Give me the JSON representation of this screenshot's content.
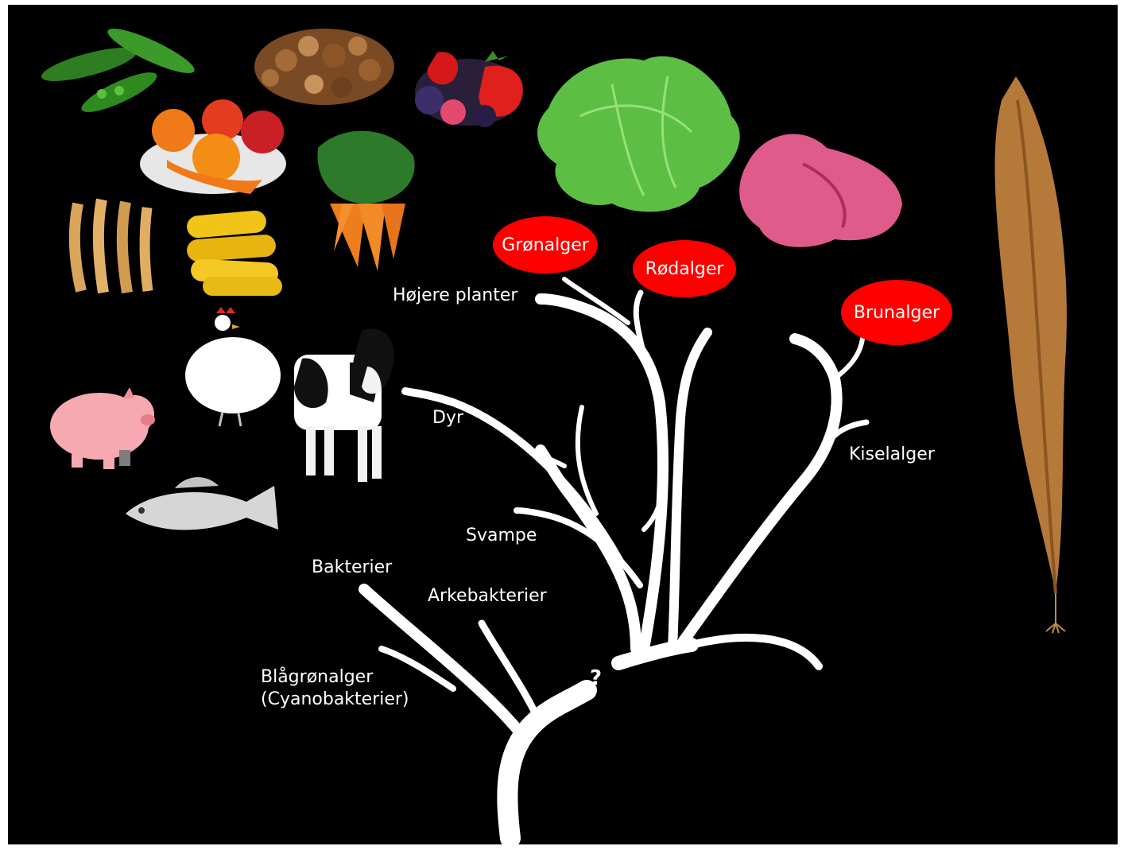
{
  "labels": {
    "hojere_planter": "Højere planter",
    "dyr": "Dyr",
    "svampe": "Svampe",
    "bakterier": "Bakterier",
    "arkebakterier": "Arkebakterier",
    "blagronalger_line1": "Blågrønalger",
    "blagronalger_line2": "(Cyanobakterier)",
    "kiselalger": "Kiselalger",
    "unknown_root": "?"
  },
  "ovals": {
    "gronalger": "Grønalger",
    "rodalger": "Rødalger",
    "brunalger": "Brunalger"
  },
  "colors": {
    "background": "#000000",
    "tree": "#ffffff",
    "oval": "#ff0000",
    "text": "#ffffff"
  },
  "pictures": {
    "beans": "bean-pods",
    "nuts": "mixed-nuts",
    "berries": "berries",
    "fruit": "apples-and-oranges",
    "carrots": "carrot-bunch",
    "lettuce": "green-algae-sheet",
    "red_algae": "red-algae",
    "kelp": "brown-kelp",
    "wheat": "wheat-ears",
    "corn": "corn-cobs",
    "chicken": "chicken",
    "cow": "cow",
    "pig": "pig",
    "fish": "fish"
  }
}
